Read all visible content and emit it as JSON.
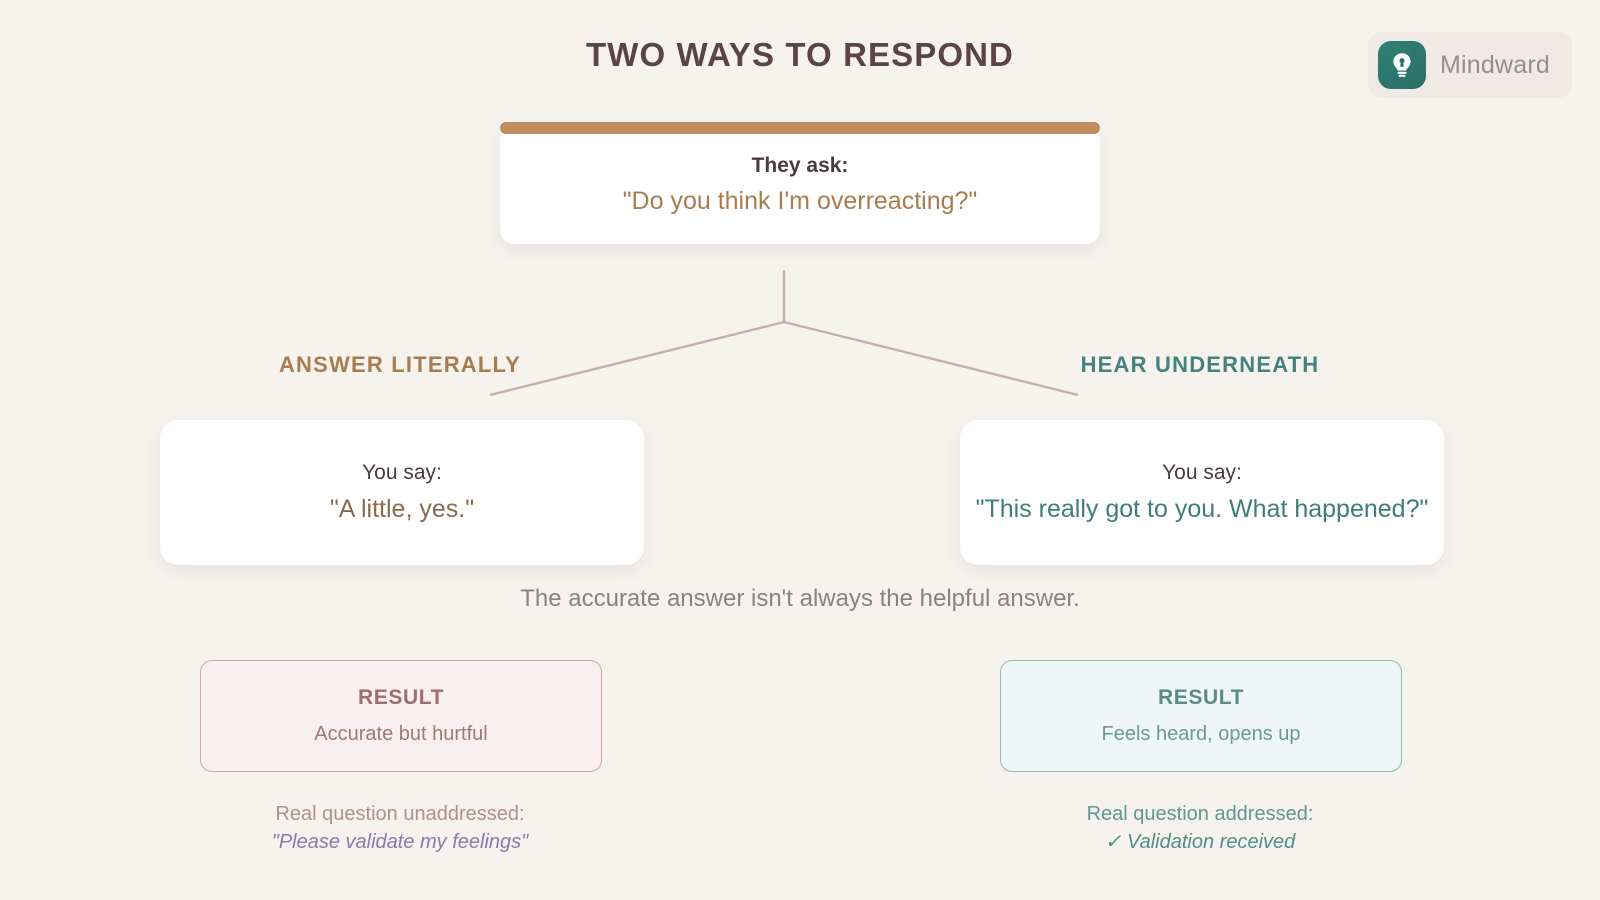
{
  "brand": {
    "name": "Mindward",
    "icon": "lightbulb-icon",
    "mark_color": "#2f7f74"
  },
  "header": {
    "title": "TWO WAYS TO RESPOND"
  },
  "prompt": {
    "accent_color": "#c08d5e",
    "label": "They ask:",
    "quote": "\"Do you think I'm overreacting?\""
  },
  "branches": [
    {
      "id": "answer-literally",
      "label": "ANSWER LITERALLY",
      "color": "#a87c4f",
      "response_label": "You say:",
      "response_quote": "\"A little, yes.\"",
      "result_title": "RESULT",
      "result_desc": "Accurate but hurtful",
      "footnote_head": "Real question unaddressed:",
      "footnote_body": "\"Please validate my feelings\""
    },
    {
      "id": "hear-underneath",
      "label": "HEAR UNDERNEATH",
      "color": "#45817e",
      "response_label": "You say:",
      "response_quote": "\"This really got to you. What happened?\"",
      "result_title": "RESULT",
      "result_desc": "Feels heard, opens up",
      "footnote_head": "Real question addressed:",
      "footnote_body": "✓ Validation received"
    }
  ],
  "caption": "The accurate answer isn't always the helpful answer.",
  "connector": {
    "color": "#c6b0a5"
  }
}
